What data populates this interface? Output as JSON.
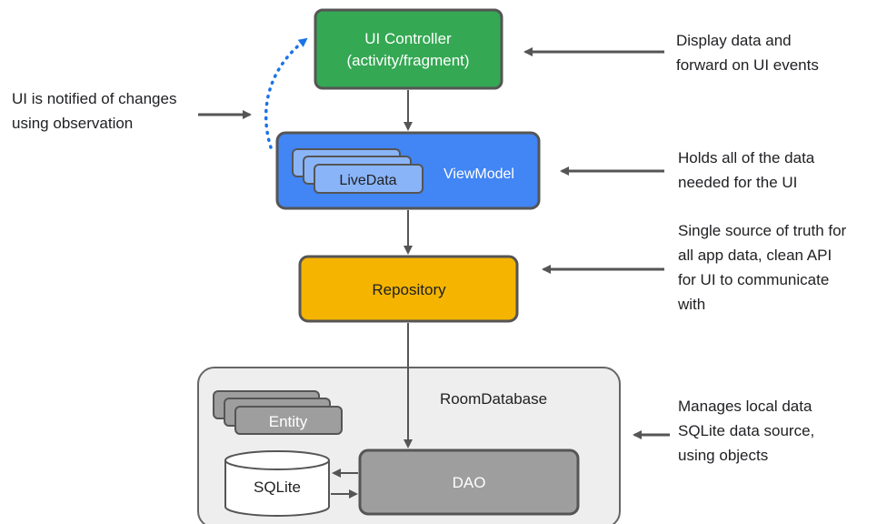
{
  "ui_controller": {
    "line1": "UI Controller",
    "line2": "(activity/fragment)",
    "color": "#34a853"
  },
  "view_model": {
    "label": "ViewModel",
    "livedata_label": "LiveData",
    "color": "#4285f4",
    "livedata_color": "#8ab4f8"
  },
  "repository": {
    "label": "Repository",
    "color": "#f4b400"
  },
  "room_database": {
    "label": "RoomDatabase",
    "entity_label": "Entity",
    "sqlite_label": "SQLite",
    "dao_label": "DAO"
  },
  "notes": {
    "ui_controller": [
      "Display data and",
      "forward on UI events"
    ],
    "observation": [
      "UI is notified of changes",
      "using observation"
    ],
    "view_model": [
      "Holds all of the data",
      "needed for the UI"
    ],
    "repository": [
      "Single source of truth for",
      "all app data, clean API",
      "for UI to communicate",
      "with"
    ],
    "room": [
      "Manages local data",
      "SQLite data source,",
      "using objects"
    ]
  }
}
